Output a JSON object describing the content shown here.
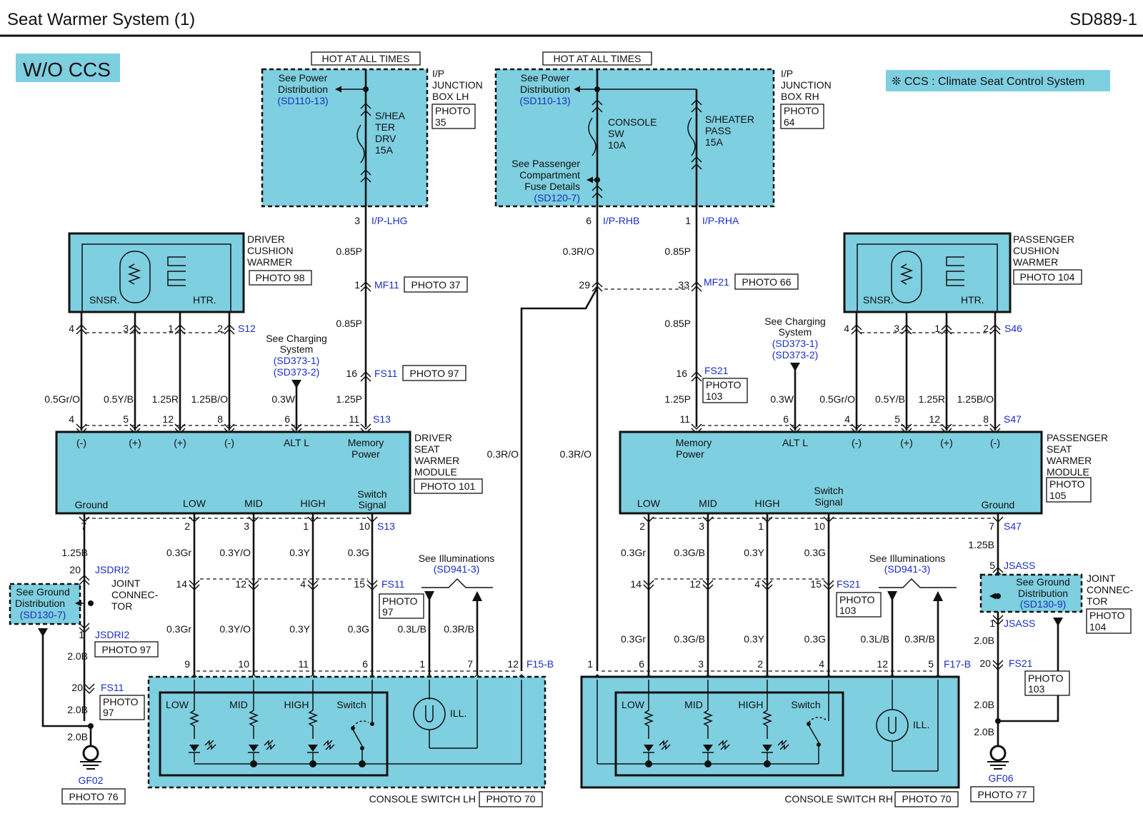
{
  "header": {
    "title": "Seat Warmer System (1)",
    "code": "SD889-1"
  },
  "variant": "W/O CCS",
  "note": "❊ CCS : Climate Seat Control System",
  "colors": {
    "fill": "#7ecfe0",
    "link": "#1a2fc0",
    "line": "#111111"
  },
  "hot_label": "HOT AT ALL TIMES",
  "jb_lh": {
    "name": [
      "I/P",
      "JUNCTION",
      "BOX LH"
    ],
    "photo": [
      "PHOTO",
      "35"
    ],
    "see_power": [
      "See Power",
      "Distribution"
    ],
    "power_ref": "(SD110-13)",
    "fuse": [
      "S/HEA",
      "TER",
      "DRV",
      "15A"
    ]
  },
  "jb_rh": {
    "name": [
      "I/P",
      "JUNCTION",
      "BOX RH"
    ],
    "photo": [
      "PHOTO",
      "64"
    ],
    "see_power": [
      "See Power",
      "Distribution"
    ],
    "power_ref": "(SD110-13)",
    "fuse_console": [
      "CONSOLE",
      "SW",
      "10A"
    ],
    "fuse_pass": [
      "S/HEATER",
      "PASS",
      "15A"
    ],
    "see_pass": [
      "See Passenger",
      "Compartment",
      "Fuse Details"
    ],
    "pass_ref": "(SD120-7)"
  },
  "driver_cushion": {
    "name": [
      "DRIVER",
      "CUSHION",
      "WARMER"
    ],
    "photo": "PHOTO 98",
    "snsr": "SNSR.",
    "htr": "HTR."
  },
  "passenger_cushion": {
    "name": [
      "PASSENGER",
      "CUSHION",
      "WARMER"
    ],
    "photo": "PHOTO 104",
    "snsr": "SNSR.",
    "htr": "HTR."
  },
  "charging": {
    "text": [
      "See Charging",
      "System"
    ],
    "refs": [
      "(SD373-1)",
      "(SD373-2)"
    ]
  },
  "illum": {
    "text": "See Illuminations",
    "ref": "(SD941-3)"
  },
  "ground_ref": {
    "text": [
      "See Ground",
      "Distribution"
    ],
    "lh_ref": "(SD130-7)",
    "rh_ref": "(SD130-9)"
  },
  "joint": [
    "JOINT",
    "CONNEC-",
    "TOR"
  ],
  "driver_module": {
    "name": [
      "DRIVER",
      "SEAT",
      "WARMER",
      "MODULE"
    ],
    "photo": "PHOTO 101",
    "top_labels": [
      "(-)",
      "(+)",
      "(+)",
      "(-)",
      "ALT L"
    ],
    "memory": [
      "Memory",
      "Power"
    ],
    "bottom_labels": [
      "Ground",
      "LOW",
      "MID",
      "HIGH"
    ],
    "switch": [
      "Switch",
      "Signal"
    ]
  },
  "passenger_module": {
    "name": [
      "PASSENGER",
      "SEAT",
      "WARMER",
      "MODULE"
    ],
    "photo": [
      "PHOTO",
      "105"
    ],
    "top_labels": [
      "ALT L",
      "(-)",
      "(+)",
      "(+)",
      "(-)"
    ],
    "memory": [
      "Memory",
      "Power"
    ],
    "bottom_labels": [
      "LOW",
      "MID",
      "HIGH",
      "Ground"
    ],
    "switch": [
      "Switch",
      "Signal"
    ]
  },
  "console_lh": {
    "name": "CONSOLE SWITCH LH",
    "photo": "PHOTO 70",
    "labels": [
      "LOW",
      "MID",
      "HIGH",
      "Switch"
    ],
    "ill": "ILL."
  },
  "console_rh": {
    "name": "CONSOLE SWITCH RH",
    "photo": "PHOTO 70",
    "labels": [
      "LOW",
      "MID",
      "HIGH",
      "Switch"
    ],
    "ill": "ILL."
  },
  "grounds": {
    "lh": {
      "id": "GF02",
      "photo": "PHOTO 76"
    },
    "rh": {
      "id": "GF06",
      "photo": "PHOTO 77"
    }
  },
  "connectors": {
    "ip_lhg": "I/P-LHG",
    "ip_rhb": "I/P-RHB",
    "ip_rha": "I/P-RHA",
    "mf11": "MF11",
    "mf21": "MF21",
    "fs11": "FS11",
    "fs21": "FS21",
    "s12": "S12",
    "s13": "S13",
    "s46": "S46",
    "s47": "S47",
    "jsdri2": "JSDRI2",
    "jsass": "JSASS",
    "f15b": "F15-B",
    "f17b": "F17-B"
  },
  "photos": {
    "p37": "PHOTO 37",
    "p66": "PHOTO 66",
    "p97": "PHOTO 97",
    "p97s": [
      "PHOTO",
      "97"
    ],
    "p103": [
      "PHOTO",
      "103"
    ],
    "p104": [
      "PHOTO",
      "104"
    ]
  },
  "wires": {
    "w085P": "0.85P",
    "w125P": "1.25P",
    "w03RO": "0.3R/O",
    "w03W": "0.3W",
    "w05GrO": "0.5Gr/O",
    "w05YB": "0.5Y/B",
    "w125R": "1.25R",
    "w125BO": "1.25B/O",
    "w125B": "1.25B",
    "w20B": "2.0B",
    "w03Gr": "0.3Gr",
    "w03YO": "0.3Y/O",
    "w03GB": "0.3G/B",
    "w03Y": "0.3Y",
    "w03G": "0.3G",
    "w03LB": "0.3L/B",
    "w03RB": "0.3R/B"
  },
  "pins": {
    "p1": "1",
    "p2": "2",
    "p3": "3",
    "p4": "4",
    "p5": "5",
    "p6": "6",
    "p7": "7",
    "p8": "8",
    "p9": "9",
    "p10": "10",
    "p11": "11",
    "p12": "12",
    "p14": "14",
    "p15": "15",
    "p16": "16",
    "p20": "20",
    "p29": "29",
    "p33": "33"
  }
}
